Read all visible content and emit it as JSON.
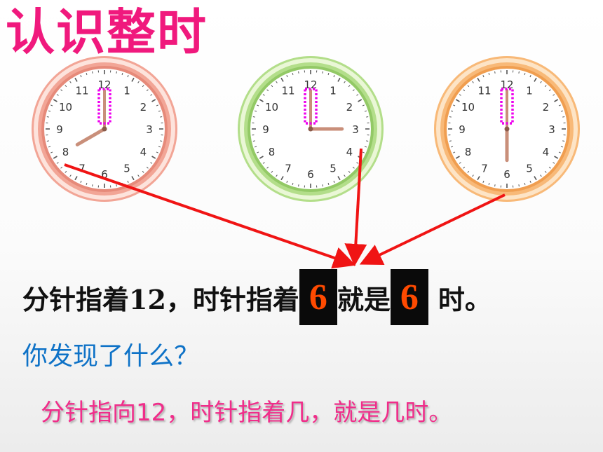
{
  "title": "认识整时",
  "clocks": [
    {
      "name": "clock-8",
      "hour": 8,
      "minute": 0,
      "rim": "#f2a596",
      "rimInner": "#fde3dc",
      "rimDark": "#e68a7a"
    },
    {
      "name": "clock-3",
      "hour": 3,
      "minute": 0,
      "rim": "#b3de8a",
      "rimInner": "#eaf7d6",
      "rimDark": "#93c966"
    },
    {
      "name": "clock-6",
      "hour": 6,
      "minute": 0,
      "rim": "#f8b978",
      "rimInner": "#fde4c6",
      "rimDark": "#f09e50"
    }
  ],
  "numerals": [
    "12",
    "1",
    "2",
    "3",
    "4",
    "5",
    "6",
    "7",
    "8",
    "9",
    "10",
    "11"
  ],
  "colors": {
    "hand": "#c98f7a",
    "highlight": "#ee00ee",
    "arrow": "#f01414",
    "title": "#f0197d"
  },
  "sentence": {
    "part1": "分针指着12，时针指着",
    "box1": "6",
    "part2": "就是",
    "box2": "6",
    "part3": "时。"
  },
  "question": "你发现了什么？",
  "conclusion": "分针指向12，时针指着几，就是几时。"
}
